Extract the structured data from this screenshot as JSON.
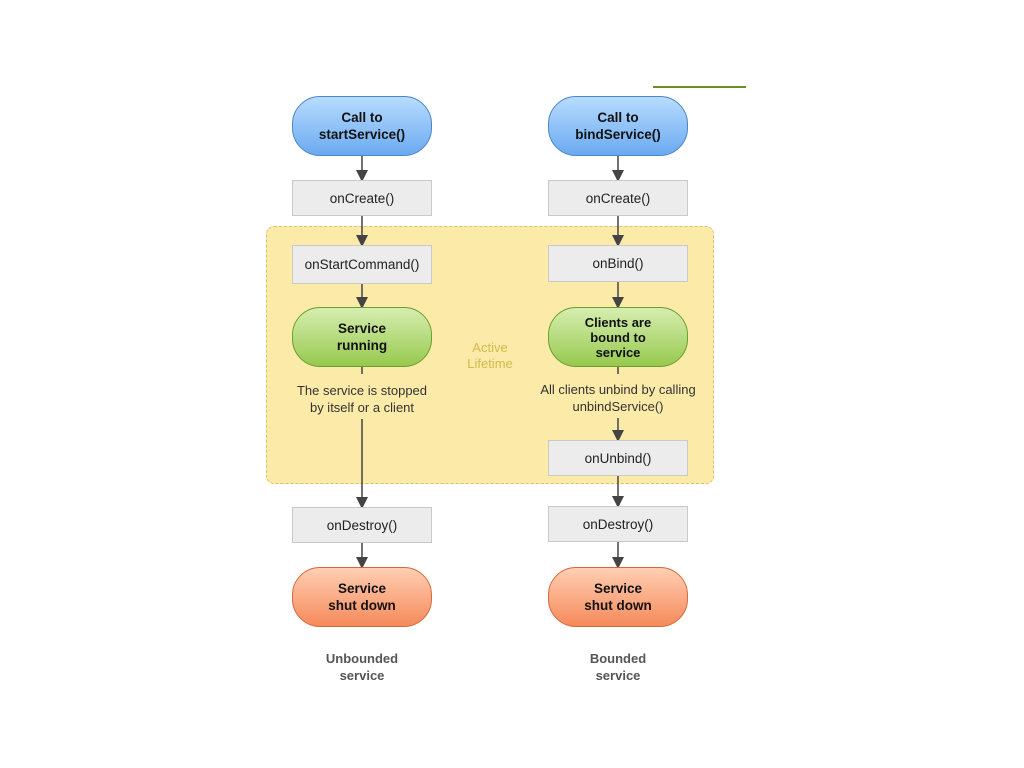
{
  "active_lifetime_label": "Active\nLifetime",
  "colors": {
    "start_node": "#6aaaf0",
    "running_node": "#97c94e",
    "end_node": "#f58a5a",
    "active_zone": "#fbeaa8",
    "active_label": "#d4ba4a"
  },
  "unbounded": {
    "start": "Call to\nstartService()",
    "on_create": "onCreate()",
    "on_start_command": "onStartCommand()",
    "running": "Service\nrunning",
    "stop_note": "The service is stopped\nby itself or a client",
    "on_destroy": "onDestroy()",
    "shut_down": "Service\nshut down",
    "caption": "Unbounded\nservice"
  },
  "bounded": {
    "start": "Call to\nbindService()",
    "on_create": "onCreate()",
    "on_bind": "onBind()",
    "clients_bound": "Clients are\nbound to\nservice",
    "unbind_note": "All clients unbind by calling\nunbindService()",
    "on_unbind": "onUnbind()",
    "on_destroy": "onDestroy()",
    "shut_down": "Service\nshut down",
    "caption": "Bounded\nservice"
  }
}
